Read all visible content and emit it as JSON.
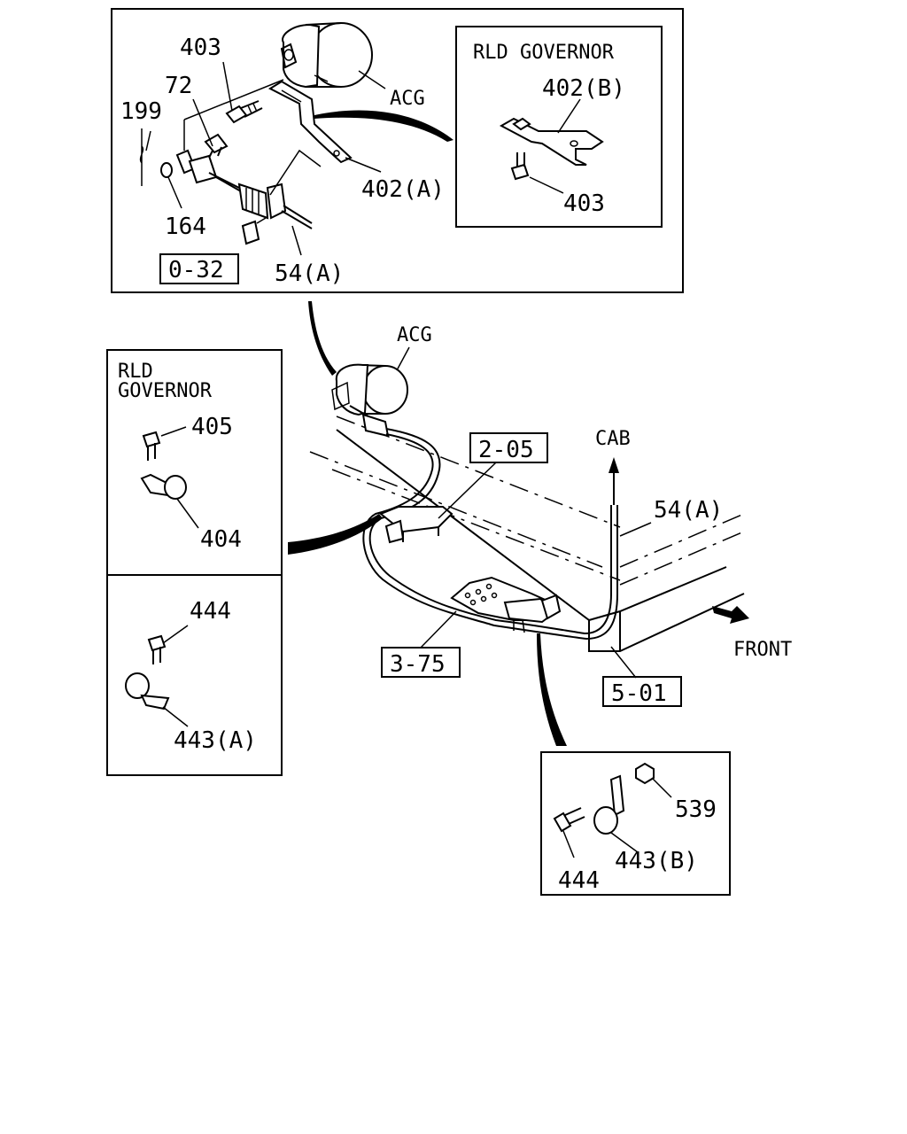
{
  "diagram": {
    "top_panel": {
      "labels": {
        "p403": "403",
        "p72": "72",
        "p199": "199",
        "p164": "164",
        "acg": "ACG",
        "p402a": "402(A)",
        "p54a": "54(A)",
        "ref_032": "0-32"
      },
      "inset": {
        "title": "RLD GOVERNOR",
        "p402b": "402(B)",
        "p403": "403"
      }
    },
    "main": {
      "acg": "ACG",
      "cab": "CAB",
      "p54a": "54(A)",
      "front": "FRONT",
      "ref_205": "2-05",
      "ref_375": "3-75",
      "ref_501": "5-01"
    },
    "left_panel": {
      "title_line1": "RLD",
      "title_line2": "GOVERNOR",
      "p405": "405",
      "p404": "404",
      "p444": "444",
      "p443a": "443(A)"
    },
    "bottom_right_panel": {
      "p539": "539",
      "p443b": "443(B)",
      "p444": "444"
    }
  }
}
